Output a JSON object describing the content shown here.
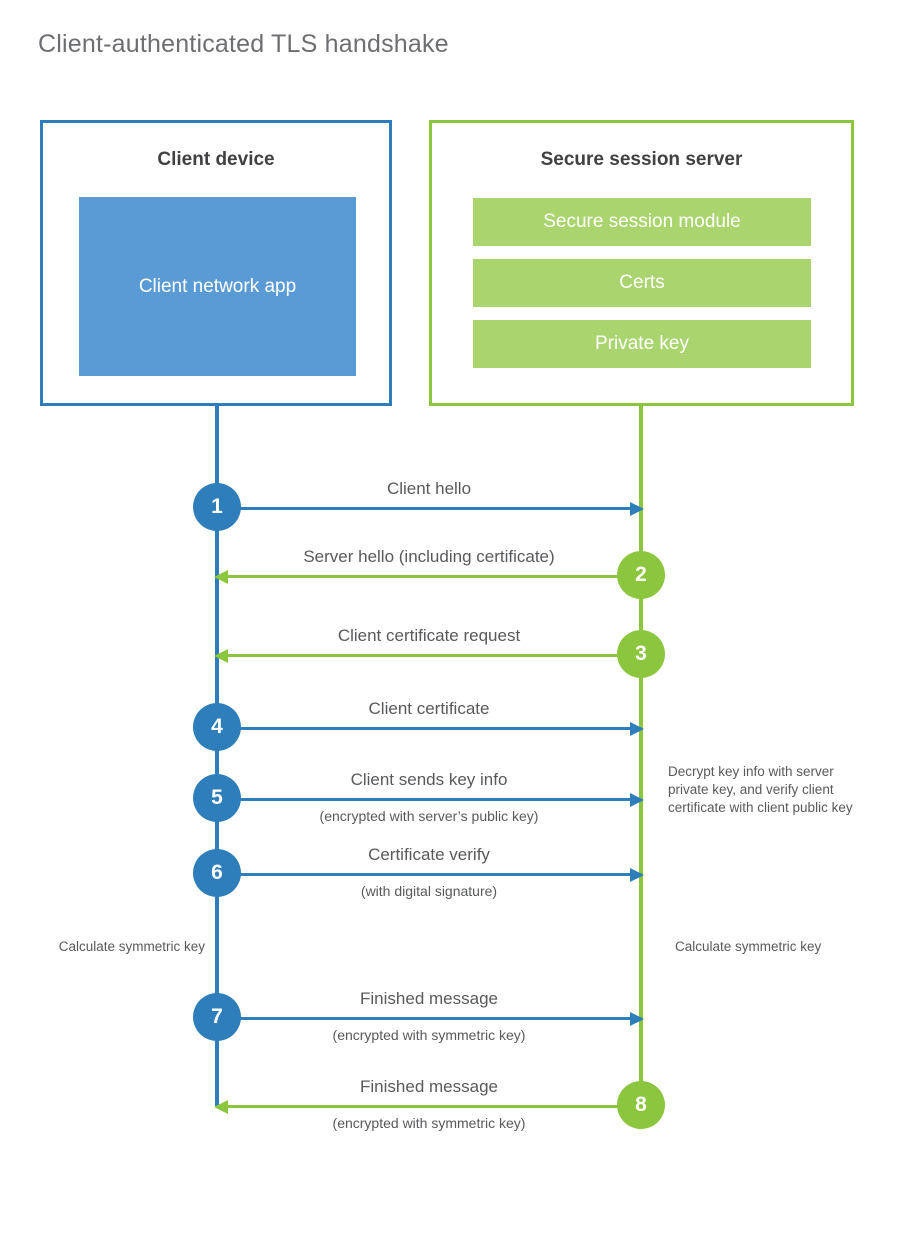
{
  "title": "Client-authenticated TLS handshake",
  "colors": {
    "client_blue": "#2e7ebb",
    "client_app_blue": "#5b9bd5",
    "server_green": "#8cc63e",
    "server_item_green": "#a9d46e",
    "text_gray": "#58595b",
    "heading_gray": "#414042"
  },
  "client": {
    "title": "Client device",
    "app_label": "Client network app"
  },
  "server": {
    "title": "Secure session server",
    "items": [
      {
        "label": "Secure session module"
      },
      {
        "label": "Certs"
      },
      {
        "label": "Private key"
      }
    ]
  },
  "notes": {
    "server_decrypt": "Decrypt key info with server private key, and verify client certificate with client public key",
    "client_calculate": "Calculate symmetric key",
    "server_calculate": "Calculate symmetric key"
  },
  "messages": [
    {
      "step": "1",
      "label": "Client hello",
      "sublabel": "",
      "direction": "client-to-server"
    },
    {
      "step": "2",
      "label": "Server hello (including certificate)",
      "sublabel": "",
      "direction": "server-to-client"
    },
    {
      "step": "3",
      "label": "Client certificate request",
      "sublabel": "",
      "direction": "server-to-client"
    },
    {
      "step": "4",
      "label": "Client certificate",
      "sublabel": "",
      "direction": "client-to-server"
    },
    {
      "step": "5",
      "label": "Client sends key info",
      "sublabel": "(encrypted with server’s public key)",
      "direction": "client-to-server"
    },
    {
      "step": "6",
      "label": "Certificate verify",
      "sublabel": "(with digital signature)",
      "direction": "client-to-server"
    },
    {
      "step": "7",
      "label": "Finished message",
      "sublabel": "(encrypted with symmetric key)",
      "direction": "client-to-server"
    },
    {
      "step": "8",
      "label": "Finished message",
      "sublabel": "(encrypted with symmetric key)",
      "direction": "server-to-client"
    }
  ]
}
